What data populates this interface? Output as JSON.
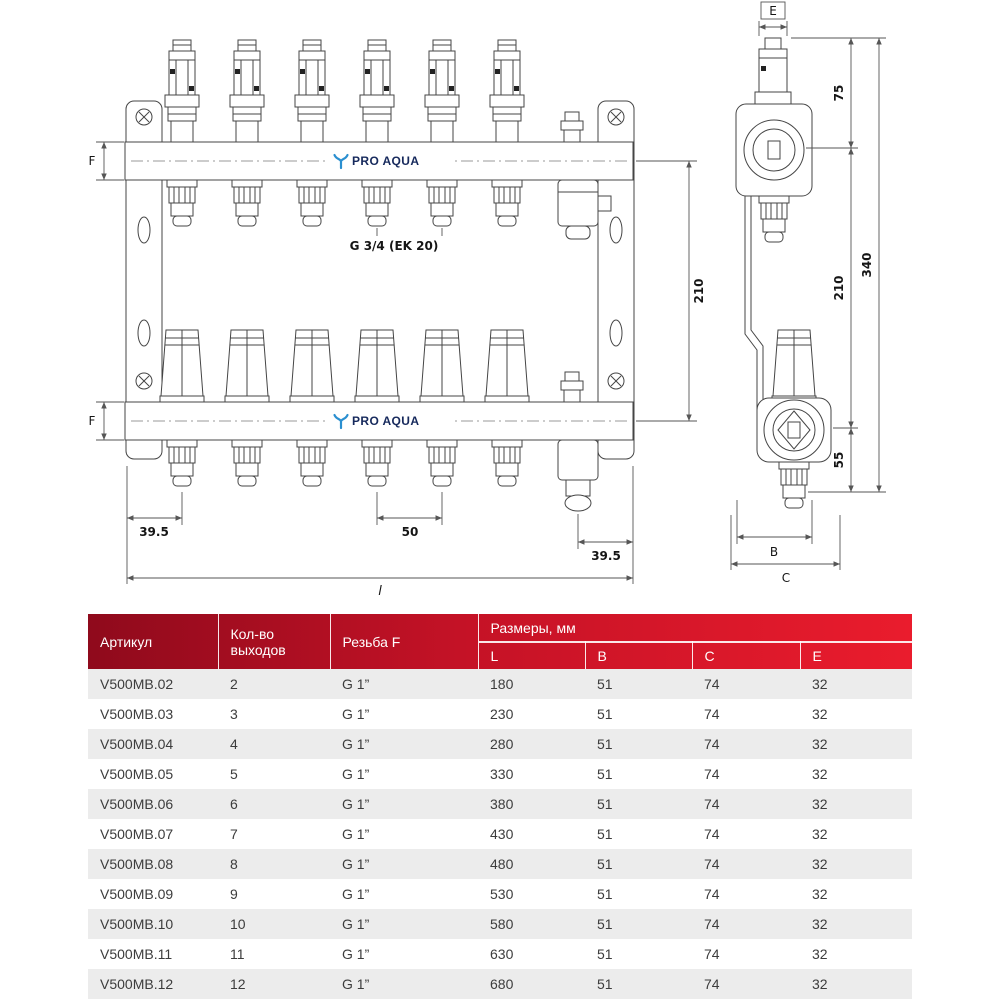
{
  "drawing": {
    "brand": "PRO AQUA",
    "thread_note": "G 3/4 (EK 20)",
    "dims": {
      "e": "E",
      "f": "F",
      "b": "B",
      "c": "C",
      "l": "l",
      "d75": "75",
      "d210": "210",
      "d340": "340",
      "d55": "55",
      "d39_5": "39.5",
      "d50": "50"
    }
  },
  "table": {
    "headers": {
      "article": "Артикул",
      "outputs": "Кол-во выходов",
      "thread": "Резьба F",
      "sizes_group": "Размеры, мм",
      "size_cols": [
        "L",
        "B",
        "C",
        "E"
      ]
    },
    "rows": [
      {
        "article": "V500MB.02",
        "outputs": "2",
        "thread": "G 1”",
        "L": "180",
        "B": "51",
        "C": "74",
        "E": "32"
      },
      {
        "article": "V500MB.03",
        "outputs": "3",
        "thread": "G 1”",
        "L": "230",
        "B": "51",
        "C": "74",
        "E": "32"
      },
      {
        "article": "V500MB.04",
        "outputs": "4",
        "thread": "G 1”",
        "L": "280",
        "B": "51",
        "C": "74",
        "E": "32"
      },
      {
        "article": "V500MB.05",
        "outputs": "5",
        "thread": "G 1”",
        "L": "330",
        "B": "51",
        "C": "74",
        "E": "32"
      },
      {
        "article": "V500MB.06",
        "outputs": "6",
        "thread": "G 1”",
        "L": "380",
        "B": "51",
        "C": "74",
        "E": "32"
      },
      {
        "article": "V500MB.07",
        "outputs": "7",
        "thread": "G 1”",
        "L": "430",
        "B": "51",
        "C": "74",
        "E": "32"
      },
      {
        "article": "V500MB.08",
        "outputs": "8",
        "thread": "G 1”",
        "L": "480",
        "B": "51",
        "C": "74",
        "E": "32"
      },
      {
        "article": "V500MB.09",
        "outputs": "9",
        "thread": "G 1”",
        "L": "530",
        "B": "51",
        "C": "74",
        "E": "32"
      },
      {
        "article": "V500MB.10",
        "outputs": "10",
        "thread": "G 1”",
        "L": "580",
        "B": "51",
        "C": "74",
        "E": "32"
      },
      {
        "article": "V500MB.11",
        "outputs": "11",
        "thread": "G 1”",
        "L": "630",
        "B": "51",
        "C": "74",
        "E": "32"
      },
      {
        "article": "V500MB.12",
        "outputs": "12",
        "thread": "G 1”",
        "L": "680",
        "B": "51",
        "C": "74",
        "E": "32"
      }
    ]
  },
  "colors": {
    "header_gradient_left": "#8f0a1c",
    "header_gradient_right": "#ea1c2d",
    "row_alt": "#ececec",
    "drawing_line": "#454545",
    "brand_blue": "#16295c",
    "logo_blue": "#2a8fd0"
  }
}
